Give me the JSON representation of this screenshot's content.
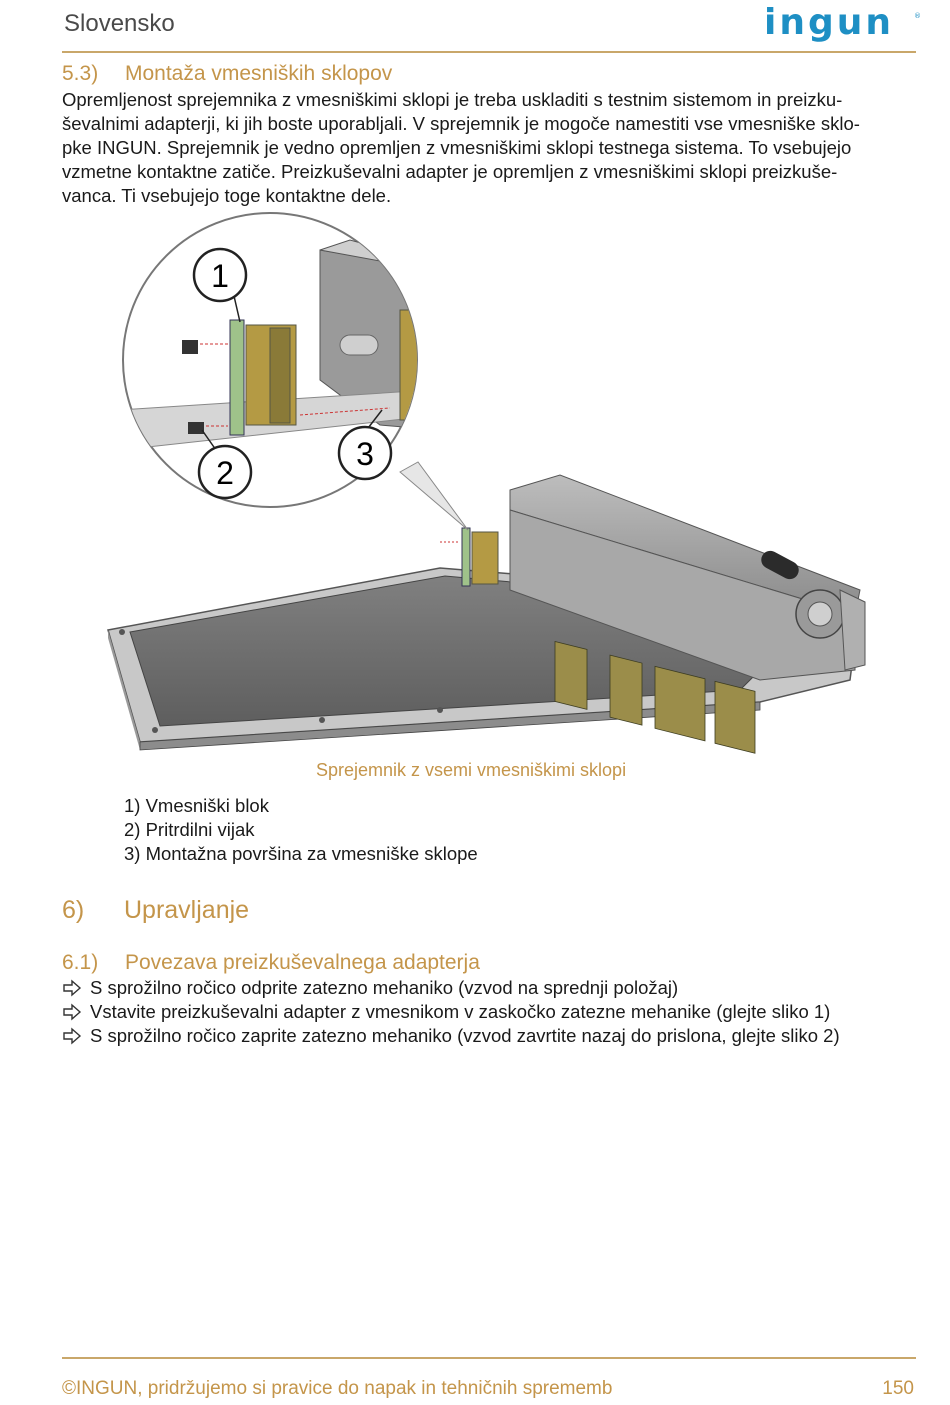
{
  "header": {
    "language": "Slovensko",
    "logo_text": "ingun"
  },
  "section_5_3": {
    "number": "5.3)",
    "title": "Montaža vmesniških sklopov",
    "paragraph_lines": [
      "Opremljenost sprejemnika z vmesniškimi sklopi je treba uskladiti s testnim sistemom in preizku-",
      "ševalnimi adapterji, ki jih boste uporabljali. V sprejemnik je mogoče namestiti vse vmesniške sklo-",
      "pke INGUN. Sprejemnik je vedno opremljen z vmesniškimi sklopi testnega sistema. To vsebujejo",
      "vzmetne kontaktne zatiče. Preizkuševalni adapter je opremljen z vmesniškimi sklopi preizkuše-",
      "vanca. Ti vsebujejo toge kontaktne dele."
    ]
  },
  "figure": {
    "callouts": [
      "1",
      "2",
      "3"
    ],
    "caption": "Sprejemnik z vsemi vmesniškimi sklopi",
    "legend": [
      "1) Vmesniški blok",
      "2) Pritrdilni vijak",
      "3) Montažna površina za vmesniške sklope"
    ]
  },
  "section_6": {
    "number": "6)",
    "title": "Upravljanje"
  },
  "section_6_1": {
    "number": "6.1)",
    "title": "Povezava preizkuševalnega adapterja",
    "steps": [
      "S sprožilno ročico odprite zatezno mehaniko (vzvod na sprednji položaj)",
      "Vstavite preizkuševalni adapter z vmesnikom v zaskočko zatezne mehanike (glejte sliko 1)",
      "S sprožilno ročico zaprite zatezno mehaniko (vzvod zavrtite nazaj do prislona, glejte sliko 2)"
    ]
  },
  "footer": {
    "copyright": "©INGUN, pridržujemo si pravice do napak in tehničnih sprememb",
    "page_number": "150"
  },
  "colors": {
    "accent": "#c4954a",
    "rule": "#c9a76a",
    "logo_blue": "#1e8fc4"
  }
}
